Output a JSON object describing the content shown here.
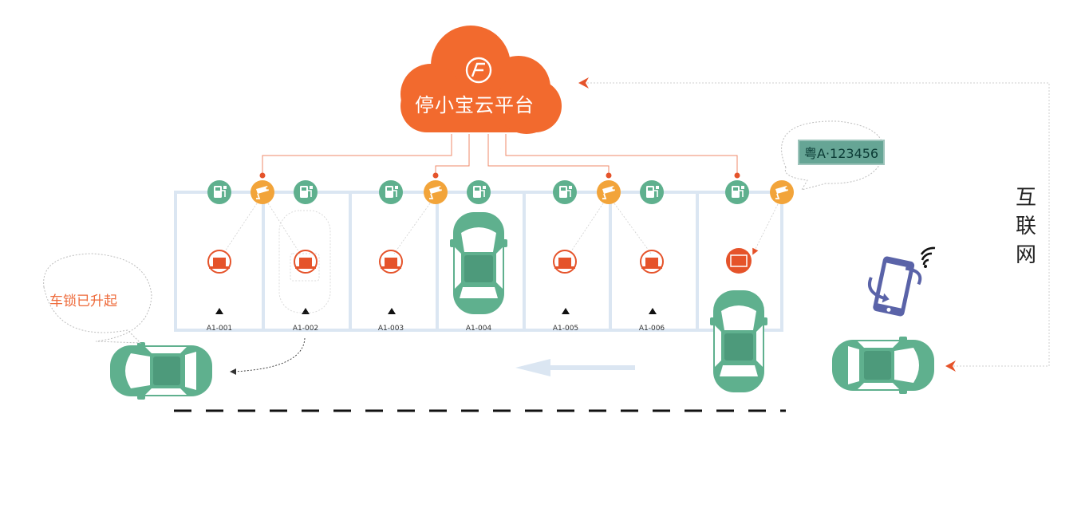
{
  "cloud": {
    "title": "停小宝云平台"
  },
  "plate_bubble": {
    "plate": "粤A·123456"
  },
  "lock_bubble": {
    "text": "车锁已升起"
  },
  "internet": {
    "label": "互联网"
  },
  "slots": [
    {
      "label": "A1-001"
    },
    {
      "label": "A1-002"
    },
    {
      "label": "A1-003"
    },
    {
      "label": "A1-004"
    },
    {
      "label": "A1-005"
    },
    {
      "label": "A1-006"
    }
  ],
  "colors": {
    "cloud_orange": "#f26a2e",
    "camera_yellow": "#f2a43a",
    "charger_green": "#5fb08e",
    "car_green": "#5fb08e",
    "lock_red": "#e5532a",
    "rail_blue": "#dbe6f2",
    "phone_purple": "#5a63a8"
  },
  "icons": [
    "cloud-logo-icon",
    "charger-icon",
    "camera-icon",
    "parking-lock-icon",
    "phone-icon",
    "wifi-icon"
  ]
}
